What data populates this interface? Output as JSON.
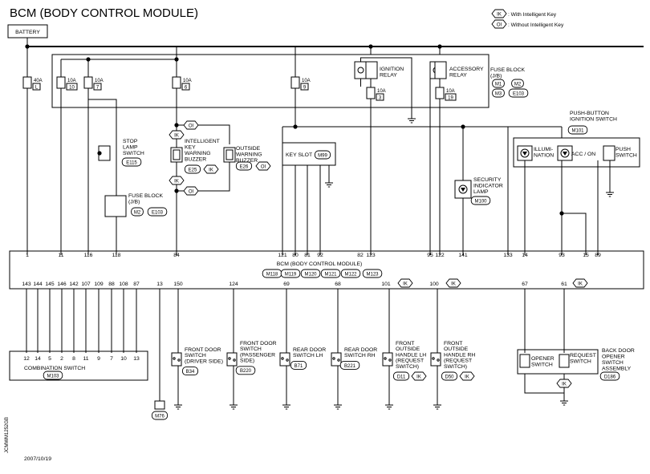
{
  "title": "BCM (BODY CONTROL MODULE)",
  "legend": [
    {
      "tag": "IK",
      "text": ": With Intelligent Key"
    },
    {
      "tag": "OI",
      "text": ": Without Intelligent Key"
    }
  ],
  "battery": "BATTERY",
  "fuses": [
    {
      "amp": "40A",
      "num": "L"
    },
    {
      "amp": "10A",
      "num": "10"
    },
    {
      "amp": "10A",
      "num": "7"
    },
    {
      "amp": "10A",
      "num": "6"
    },
    {
      "amp": "10A",
      "num": "9"
    },
    {
      "amp": "10A",
      "num": "3"
    },
    {
      "amp": "10A",
      "num": "19"
    }
  ],
  "fuse_block_top": {
    "lines": [
      "FUSE BLOCK",
      "(J/B)"
    ],
    "connectors": [
      "M1",
      "M2",
      "M3",
      "E103"
    ]
  },
  "ignition_relay": [
    "IGNITION",
    "RELAY"
  ],
  "accessory_relay": [
    "ACCESSORY",
    "RELAY"
  ],
  "stop_lamp": {
    "lines": [
      "STOP",
      "LAMP",
      "SWITCH"
    ],
    "conn": "E115"
  },
  "fuse_block_mid": {
    "lines": [
      "FUSE BLOCK",
      "(J/B)"
    ],
    "connectors": [
      "M2",
      "E103"
    ]
  },
  "ik_buzzer": {
    "lines": [
      "INTELLIGENT",
      "KEY",
      "WARNING",
      "BUZZER"
    ],
    "conn": "E25",
    "tag": "IK"
  },
  "out_buzzer": {
    "lines": [
      "OUTSIDE",
      "WARNING",
      "BUZZER"
    ],
    "conn": "E26",
    "tag": "OI"
  },
  "key_slot": {
    "label": "KEY SLOT",
    "conn": "M99"
  },
  "security": {
    "lines": [
      "SECURITY",
      "INDICATOR",
      "LAMP"
    ],
    "conn": "M100"
  },
  "push_button": {
    "lines": [
      "PUSH-BUTTON",
      "IGNITION SWITCH"
    ],
    "conn": "M101",
    "illum": [
      "ILLUMI-",
      "NATION"
    ],
    "acc": "ACC / ON",
    "push": [
      "PUSH",
      "SWITCH"
    ]
  },
  "top_pins": [
    "1",
    "11",
    "116",
    "118",
    "84",
    "121",
    "80",
    "81",
    "92",
    "82",
    "123",
    "95",
    "122",
    "141",
    "133",
    "14",
    "93",
    "15",
    "89"
  ],
  "bottom_pins": [
    "143",
    "144",
    "145",
    "146",
    "142",
    "107",
    "109",
    "88",
    "108",
    "87",
    "13",
    "150",
    "124",
    "69",
    "68",
    "101",
    "100",
    "67",
    "61"
  ],
  "bcm": {
    "label": "BCM (BODY CONTROL MODULE)",
    "connectors": [
      "M118",
      "M119",
      "M120",
      "M121",
      "M122",
      "M123"
    ]
  },
  "combination_switch": {
    "label": "COMBINATION SWITCH",
    "conn": "M103",
    "pins": [
      "12",
      "14",
      "5",
      "2",
      "8",
      "11",
      "9",
      "7",
      "10",
      "13"
    ]
  },
  "ground_conn": "M76",
  "door_switches": [
    {
      "lines": [
        "FRONT DOOR",
        "SWITCH",
        "(DRIVER SIDE)"
      ],
      "conn": "B34"
    },
    {
      "lines": [
        "FRONT DOOR",
        "SWITCH",
        "(PASSENGER",
        "SIDE)"
      ],
      "conn": "B220"
    },
    {
      "lines": [
        "REAR DOOR",
        "SWITCH LH"
      ],
      "conn": "B71"
    },
    {
      "lines": [
        "REAR DOOR",
        "SWITCH RH"
      ],
      "conn": "B221"
    },
    {
      "lines": [
        "FRONT",
        "OUTSIDE",
        "HANDLE LH",
        "(REQUEST",
        "SWITCH)"
      ],
      "conn": "D11",
      "tag": "IK"
    },
    {
      "lines": [
        "FRONT",
        "OUTSIDE",
        "HANDLE RH",
        "(REQUEST",
        "SWITCH)"
      ],
      "conn": "D50",
      "tag": "IK"
    }
  ],
  "back_door": {
    "lines": [
      "BACK DOOR",
      "OPENER",
      "SWITCH",
      "ASSEMBLY"
    ],
    "conn": "D186",
    "opener": [
      "OPENER",
      "SWITCH"
    ],
    "request": [
      "REQUEST",
      "SWITCH"
    ]
  },
  "tag_ik": "IK",
  "tag_oi": "OI",
  "date": "2007/10/19",
  "code": "JCMWM1252GB"
}
